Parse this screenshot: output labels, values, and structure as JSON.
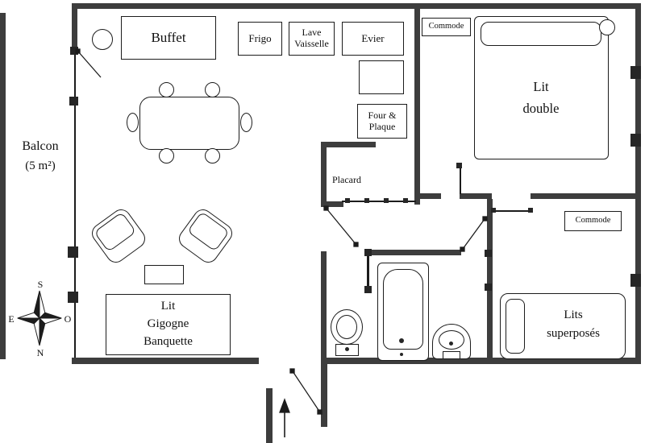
{
  "rooms": {
    "balcon": {
      "name": "Balcon",
      "area": "(5 m²)"
    },
    "lit_double": {
      "line1": "Lit",
      "line2": "double"
    },
    "lits_superposes": {
      "line1": "Lits",
      "line2": "superposés"
    },
    "placard": "Placard"
  },
  "furniture": {
    "buffet": "Buffet",
    "frigo": "Frigo",
    "lave_vaisselle": {
      "line1": "Lave",
      "line2": "Vaisselle"
    },
    "evier": "Evier",
    "four_plaque": {
      "line1": "Four &",
      "line2": "Plaque"
    },
    "commode_top": "Commode",
    "commode_right": "Commode",
    "lit_gigogne": {
      "line1": "Lit",
      "line2": "Gigogne",
      "line3": "Banquette"
    }
  },
  "compass": {
    "north": "N",
    "south": "S",
    "east": "E",
    "west": "O"
  },
  "colors": {
    "wall": "#3d3d3d",
    "line": "#1c1c1c",
    "background": "#ffffff"
  }
}
